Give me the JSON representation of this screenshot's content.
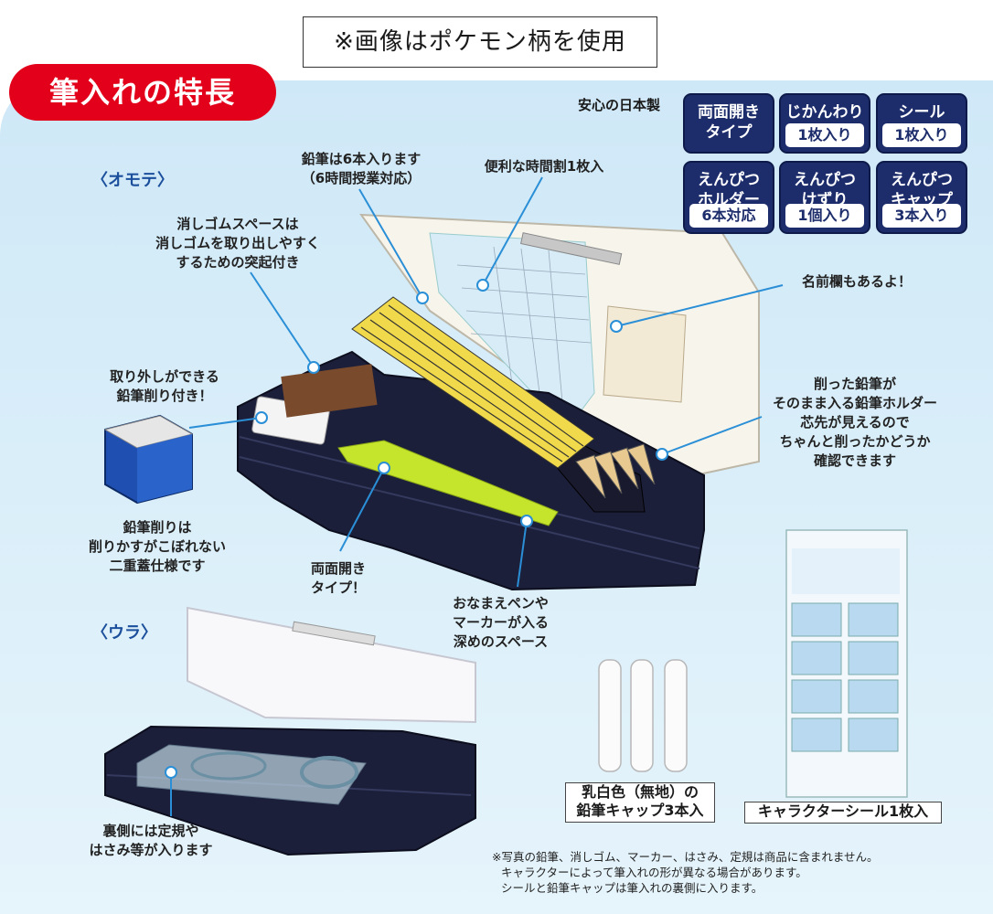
{
  "notice": "※画像はポケモン柄を使用",
  "title": "筆入れの特長",
  "made_in": "安心の日本製",
  "badges": [
    {
      "main": "両面開き\nタイプ",
      "sub": ""
    },
    {
      "main": "じかんわり",
      "sub": "1枚入り"
    },
    {
      "main": "シール",
      "sub": "1枚入り"
    },
    {
      "main": "えんぴつ\nホルダー",
      "sub": "6本対応"
    },
    {
      "main": "えんぴつ\nけずり",
      "sub": "1個入り"
    },
    {
      "main": "えんぴつ\nキャップ",
      "sub": "3本入り"
    }
  ],
  "sections": {
    "front": "〈オモテ〉",
    "back": "〈ウラ〉"
  },
  "labels": {
    "pencils": "鉛筆は6本入ります\n（6時間授業対応）",
    "timetable": "便利な時間割1枚入",
    "eraser": "消しゴムスペースは\n消しゴムを取り出しやすく\nするための突起付き",
    "name_field": "名前欄もあるよ！",
    "removable_sharpener": "取り外しができる\n鉛筆削り付き！",
    "holder": "削った鉛筆が\nそのまま入る鉛筆ホルダー\n芯先が見えるので\nちゃんと削ったかどうか\n確認できます",
    "double_lid": "鉛筆削りは\n削りかすがこぼれない\n二重蓋仕様です",
    "double_open": "両面開き\nタイプ！",
    "pen_space": "おなまえペンや\nマーカーが入る\n深めのスペース",
    "back_side": "裏側には定規や\nはさみ等が入ります"
  },
  "captions": {
    "caps": "乳白色（無地）の\n鉛筆キャップ3本入",
    "sticker": "キャラクターシール1枚入"
  },
  "footnotes": [
    "※写真の鉛筆、消しゴム、マーカー、はさみ、定規は商品に含まれません。",
    "キャラクターによって筆入れの形が異なる場合があります。",
    "シールと鉛筆キャップは筆入れの裏側に入ります。"
  ]
}
